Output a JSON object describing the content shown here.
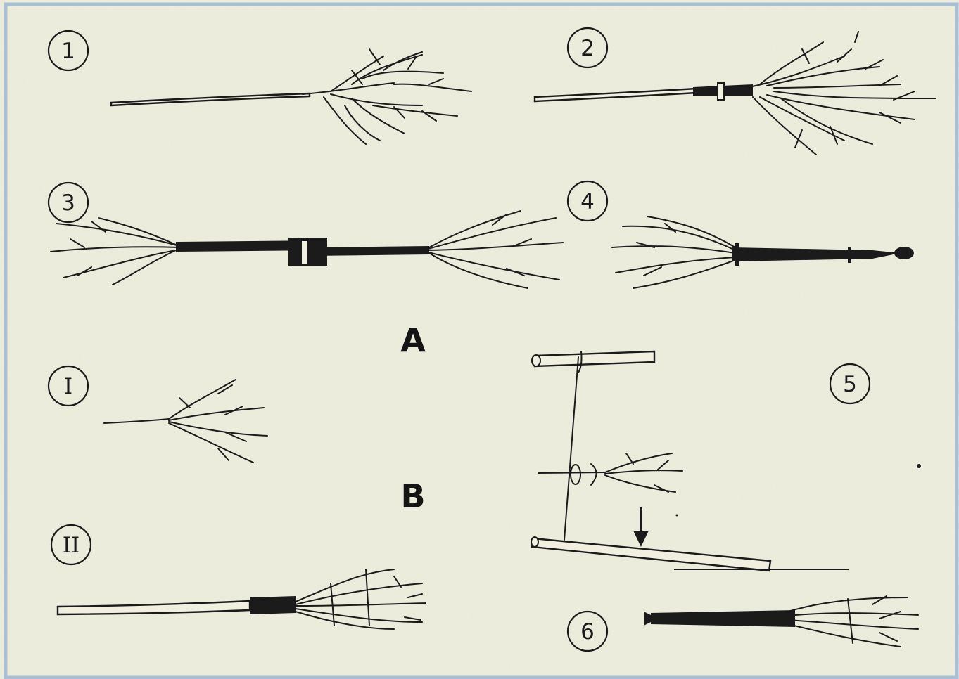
{
  "section_labels": {
    "a": "A",
    "b": "B"
  },
  "steps": [
    {
      "id": "1",
      "label": "1"
    },
    {
      "id": "2",
      "label": "2"
    },
    {
      "id": "3",
      "label": "3"
    },
    {
      "id": "4",
      "label": "4"
    },
    {
      "id": "5",
      "label": "5"
    },
    {
      "id": "6",
      "label": "6"
    },
    {
      "id": "I",
      "label": "I"
    },
    {
      "id": "II",
      "label": "II"
    }
  ],
  "colors": {
    "paper": "#eeeedd",
    "ink": "#1b1b1b",
    "frame": "#a9bfd8"
  }
}
